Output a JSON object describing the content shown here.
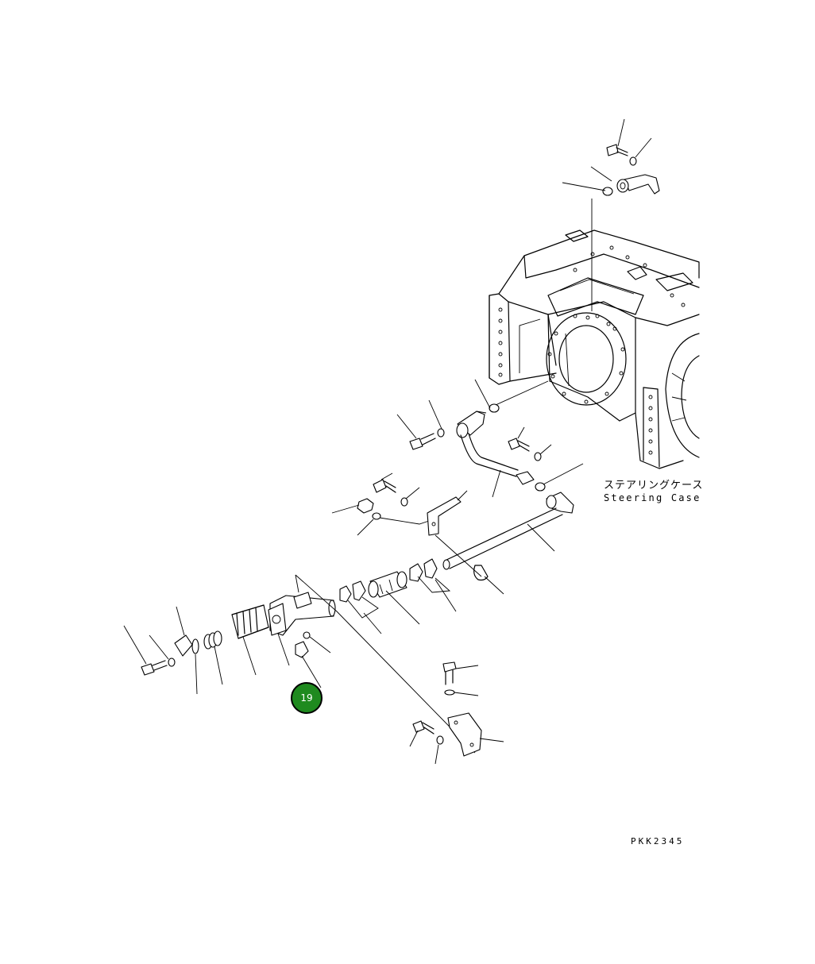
{
  "diagram": {
    "label_japanese": "ステアリングケース",
    "label_english": "Steering Case",
    "drawing_code": "PKK2345",
    "callout_number": "19",
    "callout_color": "#1f8a1f"
  }
}
